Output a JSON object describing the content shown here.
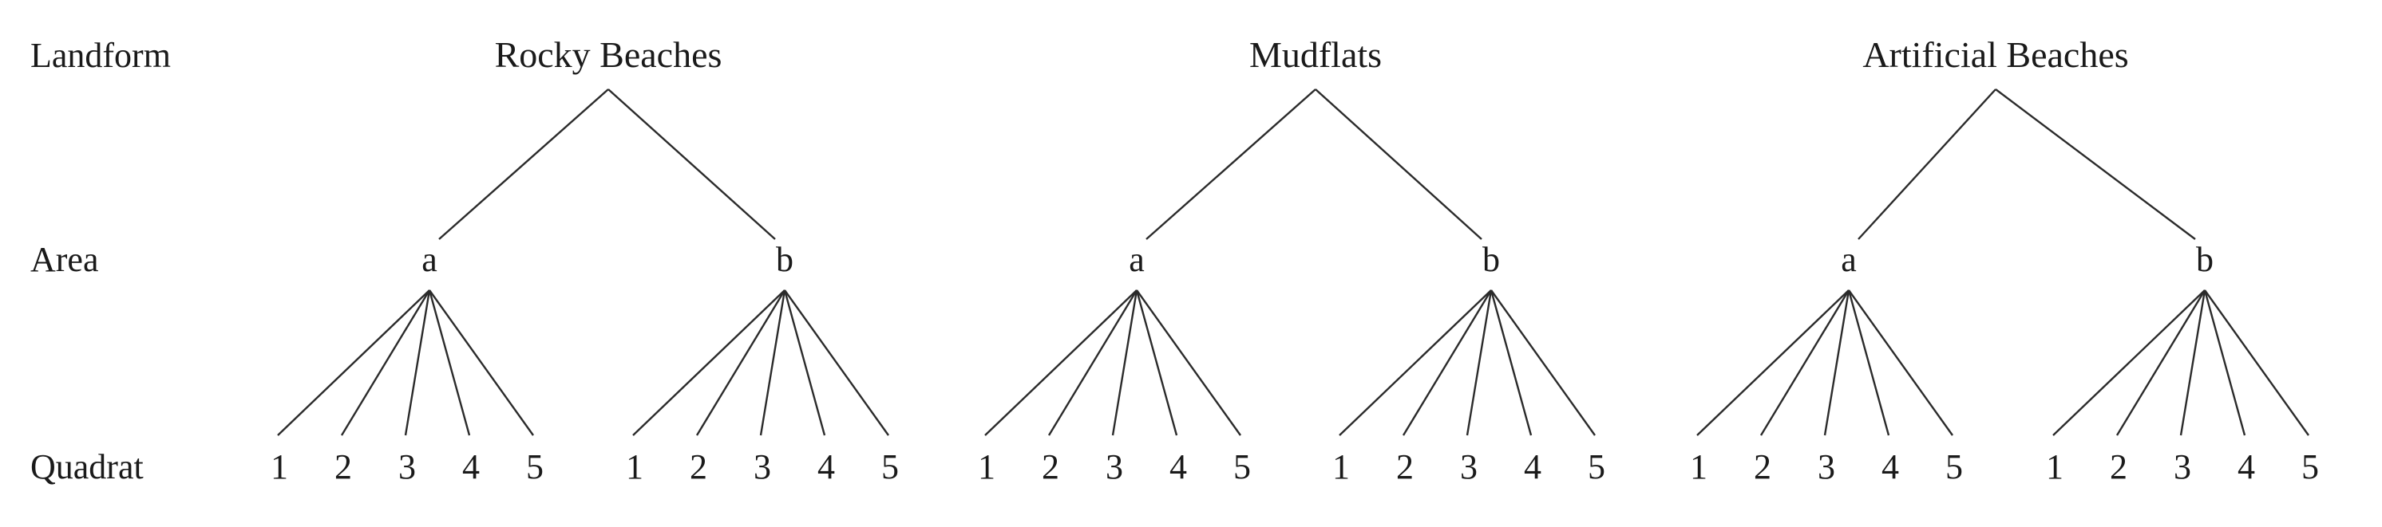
{
  "rows": {
    "landform": "Landform",
    "area": "Area",
    "quadrat": "Quadrat"
  },
  "landforms": [
    {
      "name": "Rocky Beaches",
      "areas": [
        {
          "label": "a",
          "quadrats": [
            "1",
            "2",
            "3",
            "4",
            "5"
          ]
        },
        {
          "label": "b",
          "quadrats": [
            "1",
            "2",
            "3",
            "4",
            "5"
          ]
        }
      ]
    },
    {
      "name": "Mudflats",
      "areas": [
        {
          "label": "a",
          "quadrats": [
            "1",
            "2",
            "3",
            "4",
            "5"
          ]
        },
        {
          "label": "b",
          "quadrats": [
            "1",
            "2",
            "3",
            "4",
            "5"
          ]
        }
      ]
    },
    {
      "name": "Artificial Beaches",
      "areas": [
        {
          "label": "a",
          "quadrats": [
            "1",
            "2",
            "3",
            "4",
            "5"
          ]
        },
        {
          "label": "b",
          "quadrats": [
            "1",
            "2",
            "3",
            "4",
            "5"
          ]
        }
      ]
    }
  ]
}
